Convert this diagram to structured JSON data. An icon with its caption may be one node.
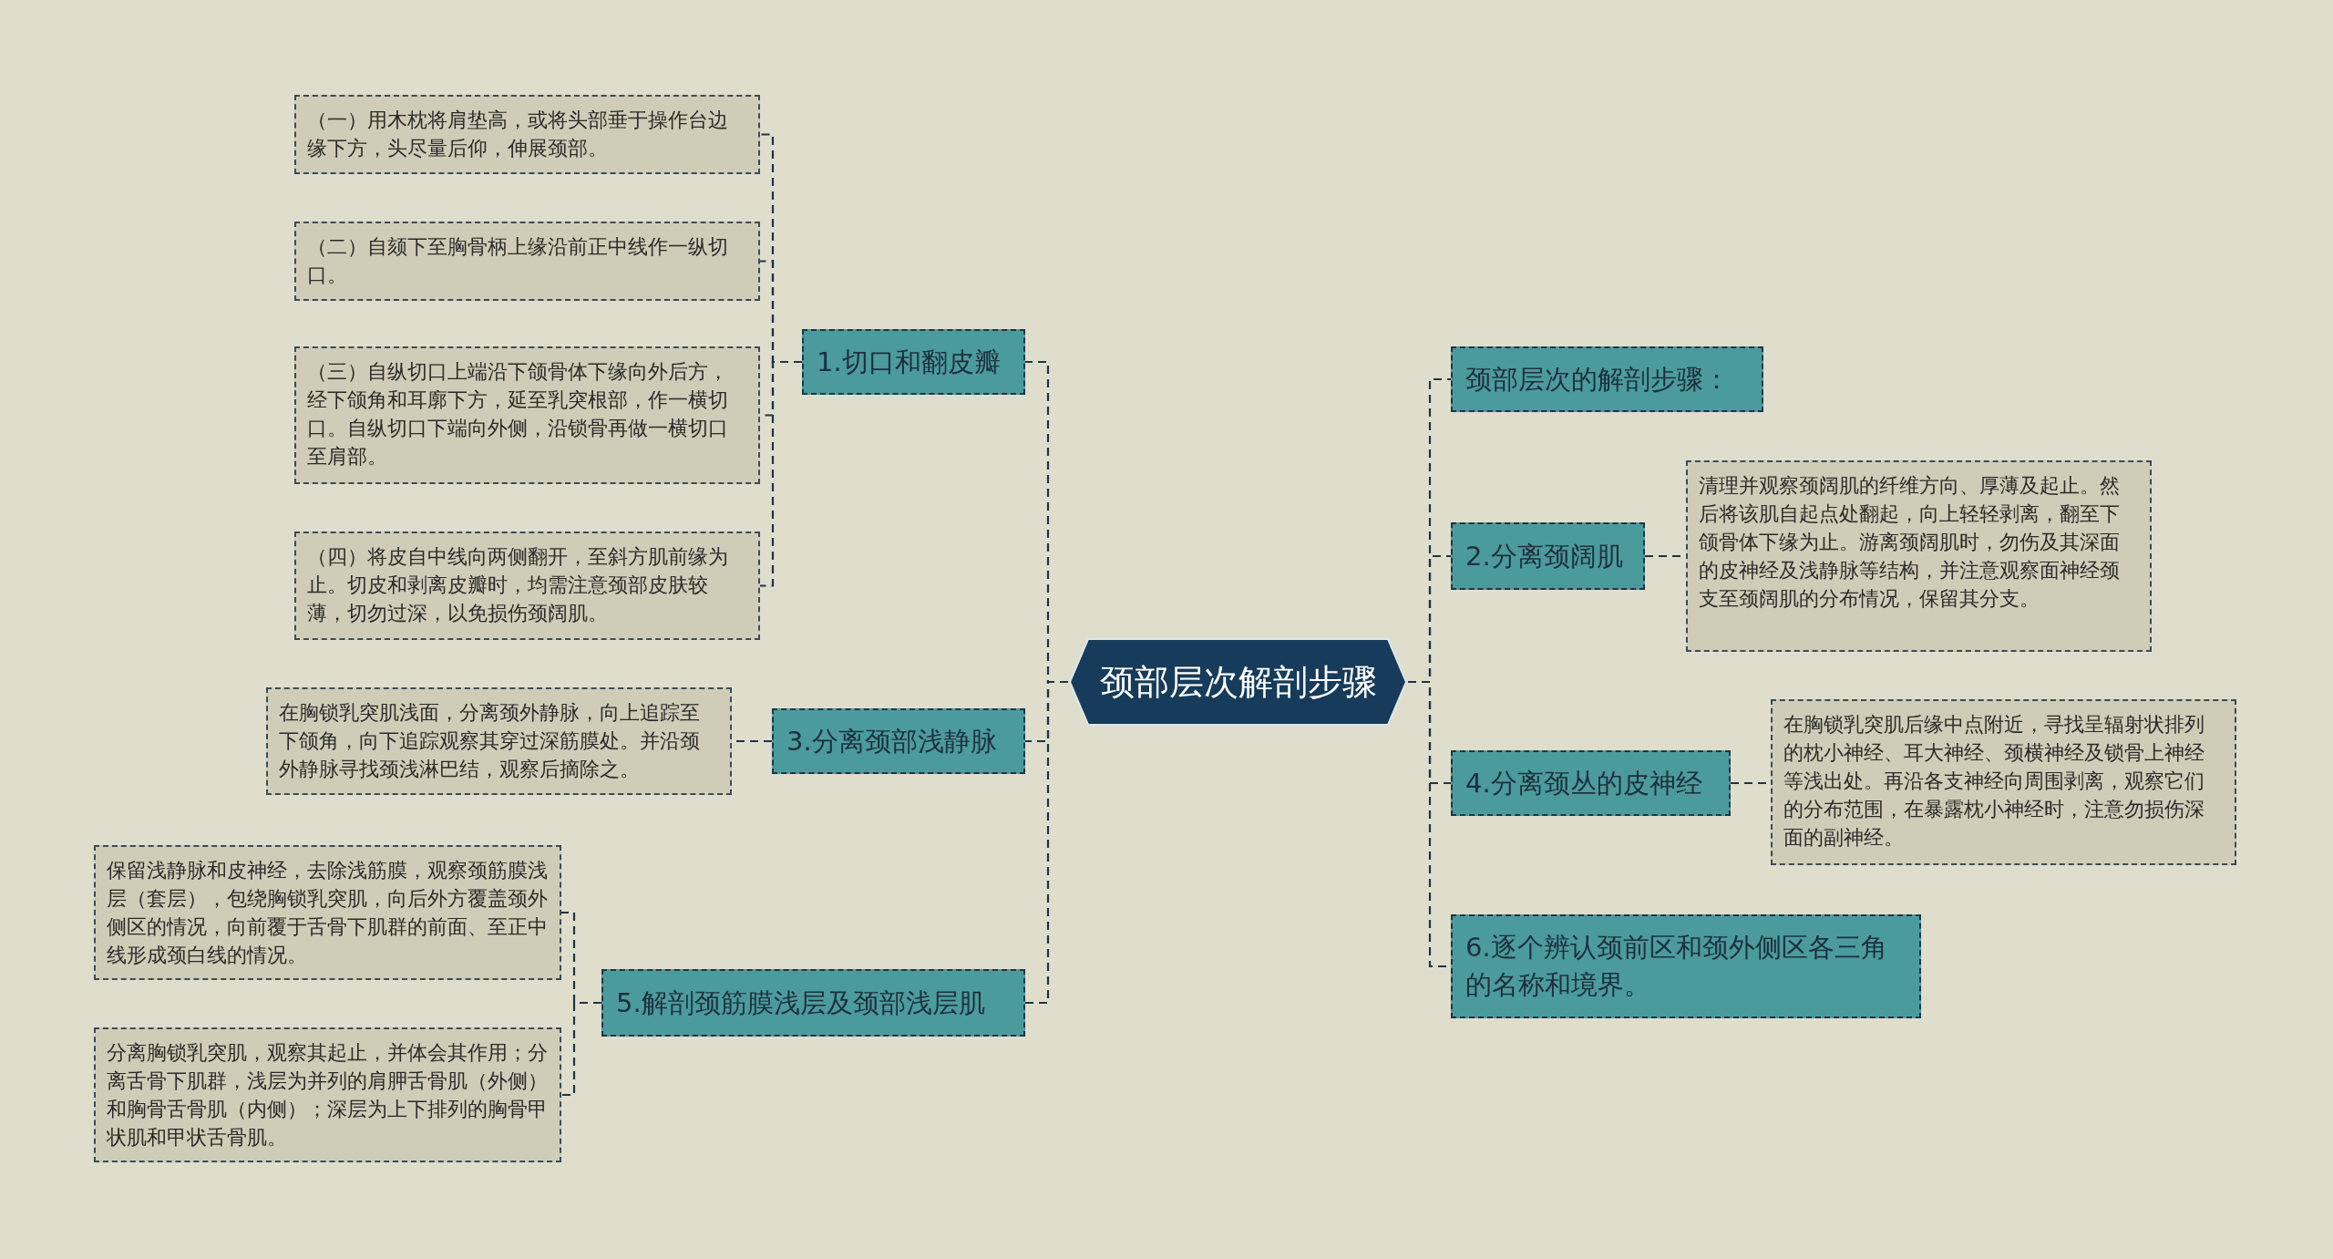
{
  "diagram": {
    "nodes": [
      {
        "text": [
          "颈部层次解剖步骤"
        ]
      },
      {
        "text": [
          "1.切口和翻皮瓣"
        ]
      },
      {
        "text": [
          "（一）用木枕将肩垫高，或将头部垂于操作台边缘下方，头尽量后仰，伸展颈部。"
        ]
      },
      {
        "text": [
          "（二）自颏下至胸骨柄上缘沿前正中线作一纵切口。"
        ]
      },
      {
        "text": [
          "（三）自纵切口上端沿下颌骨体下缘向外后方，经下颌角和耳廓下方，延至乳突根部，作一横切口。自纵切口下端向外侧，沿锁骨再做一横切口至肩部。"
        ]
      },
      {
        "text": [
          "（四）将皮自中线向两侧翻开，至斜方肌前缘为止。切皮和剥离皮瓣时，均需注意颈部皮肤较薄，切勿过深，以免损伤颈阔肌。"
        ]
      },
      {
        "text": [
          "3.分离颈部浅静脉"
        ]
      },
      {
        "text": [
          "在胸锁乳突肌浅面，分离颈外静脉，向上追踪至下颌角，向下追踪观察其穿过深筋膜处。并沿颈外静脉寻找颈浅淋巴结，观察后摘除之。"
        ]
      },
      {
        "text": [
          "5.解剖颈筋膜浅层及颈部浅层肌"
        ]
      },
      {
        "text": [
          "保留浅静脉和皮神经，去除浅筋膜，观察颈筋膜浅层（套层），包绕胸锁乳突肌，向后外方覆盖颈外侧区的情况，向前覆于舌骨下肌群的前面、至正中线形成颈白线的情况。"
        ]
      },
      {
        "text": [
          "分离胸锁乳突肌，观察其起止，并体会其作用；分离舌骨下肌群，浅层为并列的肩胛舌骨肌（外侧）和胸骨舌骨肌（内侧）；深层为上下排列的胸骨甲状肌和甲状舌骨肌。"
        ]
      },
      {
        "text": [
          "颈部层次的解剖步骤："
        ]
      },
      {
        "text": [
          "2.分离颈阔肌"
        ]
      },
      {
        "text": [
          "清理并观察颈阔肌的纤维方向、厚薄及起止。然后将该肌自起点处翻起，向上轻轻剥离，翻至下颌骨体下缘为止。游离颈阔肌时，勿伤及其深面的皮神经及浅静脉等结构，并注意观察面神经颈支至颈阔肌的分布情况，保留其分支。"
        ]
      },
      {
        "text": [
          "4.分离颈丛的皮神经"
        ]
      },
      {
        "text": [
          "在胸锁乳突肌后缘中点附近，寻找呈辐射状排列的枕小神经、耳大神经、颈横神经及锁骨上神经等浅出处。再沿各支神经向周围剥离，观察它们的分布范围，在暴露枕小神经时，注意勿损伤深面的副神经。"
        ]
      },
      {
        "text": [
          "6.逐个辨认颈前区和颈外侧区各三角的名称和境界。"
        ]
      }
    ],
    "edges": [
      {
        "from": 0,
        "to": 1,
        "arrow": "none",
        "style": "dashed"
      },
      {
        "from": 1,
        "to": 2,
        "arrow": "none",
        "style": "dashed"
      },
      {
        "from": 1,
        "to": 3,
        "arrow": "none",
        "style": "dashed"
      },
      {
        "from": 1,
        "to": 4,
        "arrow": "none",
        "style": "dashed"
      },
      {
        "from": 1,
        "to": 5,
        "arrow": "none",
        "style": "dashed"
      },
      {
        "from": 0,
        "to": 6,
        "arrow": "none",
        "style": "dashed"
      },
      {
        "from": 6,
        "to": 7,
        "arrow": "none",
        "style": "dashed"
      },
      {
        "from": 0,
        "to": 8,
        "arrow": "none",
        "style": "dashed"
      },
      {
        "from": 8,
        "to": 9,
        "arrow": "none",
        "style": "dashed"
      },
      {
        "from": 8,
        "to": 10,
        "arrow": "none",
        "style": "dashed"
      },
      {
        "from": 0,
        "to": 11,
        "arrow": "none",
        "style": "dashed"
      },
      {
        "from": 0,
        "to": 12,
        "arrow": "none",
        "style": "dashed"
      },
      {
        "from": 12,
        "to": 13,
        "arrow": "none",
        "style": "dashed"
      },
      {
        "from": 0,
        "to": 14,
        "arrow": "none",
        "style": "dashed"
      },
      {
        "from": 14,
        "to": 15,
        "arrow": "none",
        "style": "dashed"
      },
      {
        "from": 0,
        "to": 16,
        "arrow": "none",
        "style": "dashed"
      }
    ]
  }
}
